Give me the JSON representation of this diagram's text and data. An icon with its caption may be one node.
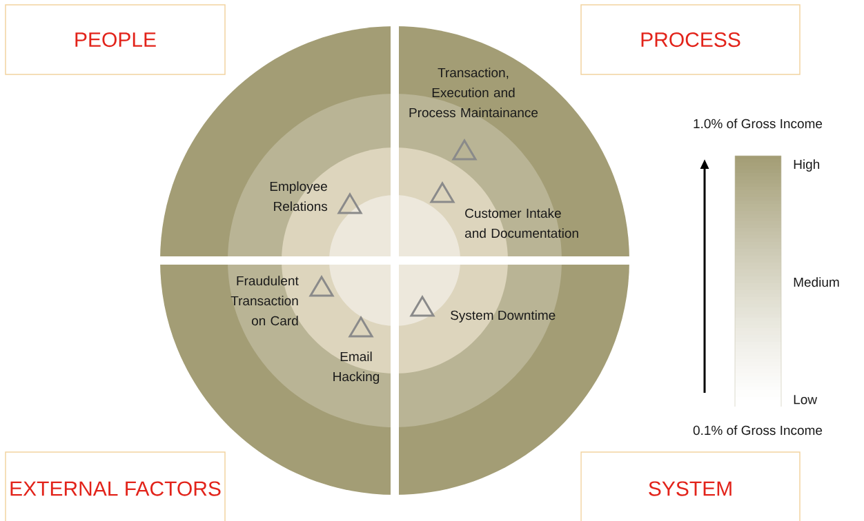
{
  "diagram": {
    "nodes": [
      {
        "text": [
          "PEOPLE"
        ]
      },
      {
        "text": [
          "PROCESS"
        ]
      },
      {
        "text": [
          "EXTERNAL FACTORS"
        ]
      },
      {
        "text": [
          "SYSTEM"
        ]
      }
    ],
    "labels": [
      "Transaction, Execution and Process Maintainance",
      "1.0% of Gross Income",
      "High",
      "Employee Relations",
      "Customer Intake and Documentation",
      "Medium",
      "Fraudulent Transaction on Card",
      "System Downtime",
      "Email Hacking",
      "Low",
      "0.1% of Gross Income"
    ]
  }
}
